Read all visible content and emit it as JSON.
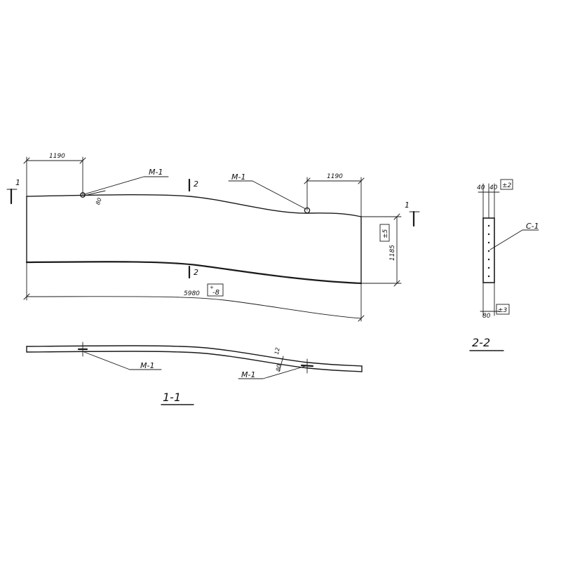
{
  "plan_view": {
    "dim_top_left": "1190",
    "dim_top_right": "1190",
    "dim_length": "5980",
    "dim_length_tol_top": "+",
    "dim_length_tol_bottom": "-8",
    "dim_height": "1185",
    "dim_height_tol": "±5",
    "insert_label_left": "М-1",
    "insert_label_right": "М-1",
    "insert_offset": "80",
    "section_1_mark": "1",
    "section_2_mark": "2"
  },
  "side_view": {
    "insert_label_left": "М-1",
    "insert_label_right": "М-1",
    "thickness_dim": "80",
    "thickness_tol": "12",
    "title": "1-1"
  },
  "section_2_2": {
    "dim_40_left": "40",
    "dim_40_right": "40",
    "dim_top_tol": "±2",
    "mesh_label": "С-1",
    "dim_bottom": "80",
    "dim_bottom_tol": "±3",
    "title": "2-2"
  }
}
